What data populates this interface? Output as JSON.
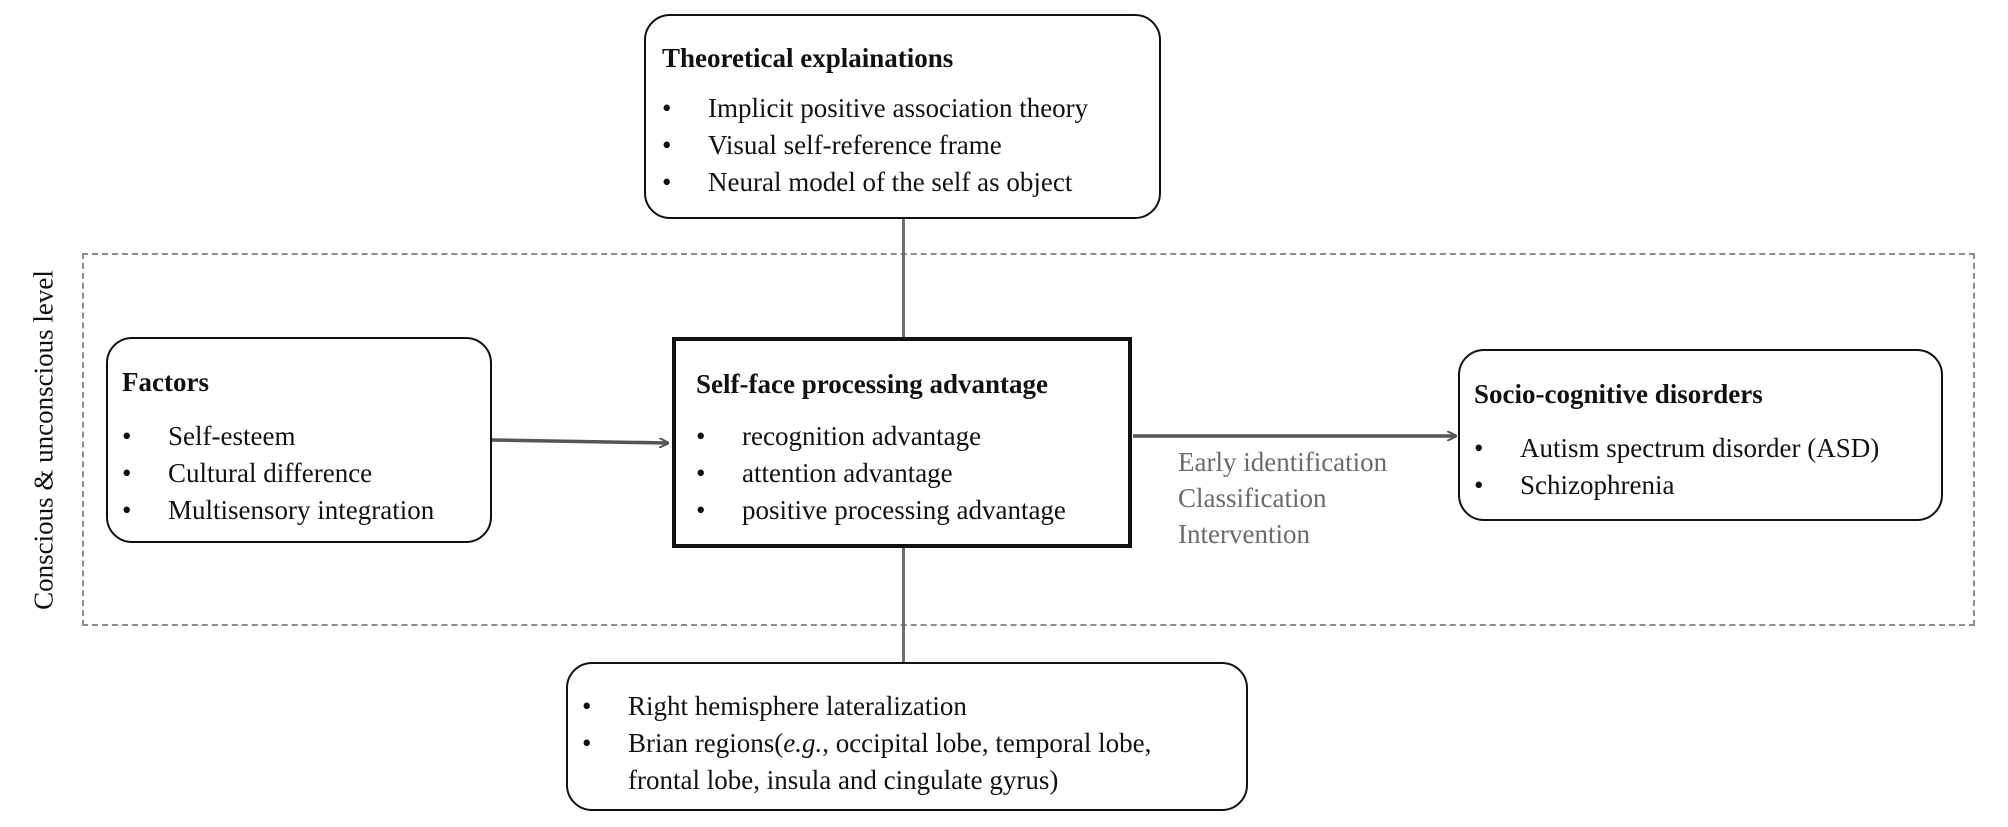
{
  "side_label": "Conscious & unconscious level",
  "theory": {
    "title": "Theoretical explainations",
    "items": [
      "Implicit positive association theory",
      "Visual self-reference frame",
      "Neural model of the self as object"
    ]
  },
  "factors": {
    "title": "Factors",
    "items": [
      "Self-esteem",
      "Cultural difference",
      "Multisensory integration"
    ]
  },
  "center": {
    "title": "Self-face processing advantage",
    "items": [
      "recognition advantage",
      "attention advantage",
      "positive processing advantage"
    ]
  },
  "disorders": {
    "title": "Socio-cognitive disorders",
    "items": [
      "Autism spectrum disorder (ASD)",
      "Schizophrenia"
    ]
  },
  "applications": [
    "Early identification",
    "Classification",
    "Intervention"
  ],
  "neural": {
    "item1": "Right hemisphere lateralization",
    "item2_prefix": "Brian regions(",
    "item2_italic": "e.g.",
    "item2_rest": ", occipital lobe, temporal lobe,",
    "item2_line2": "frontal lobe, insula and cingulate gyrus)"
  }
}
